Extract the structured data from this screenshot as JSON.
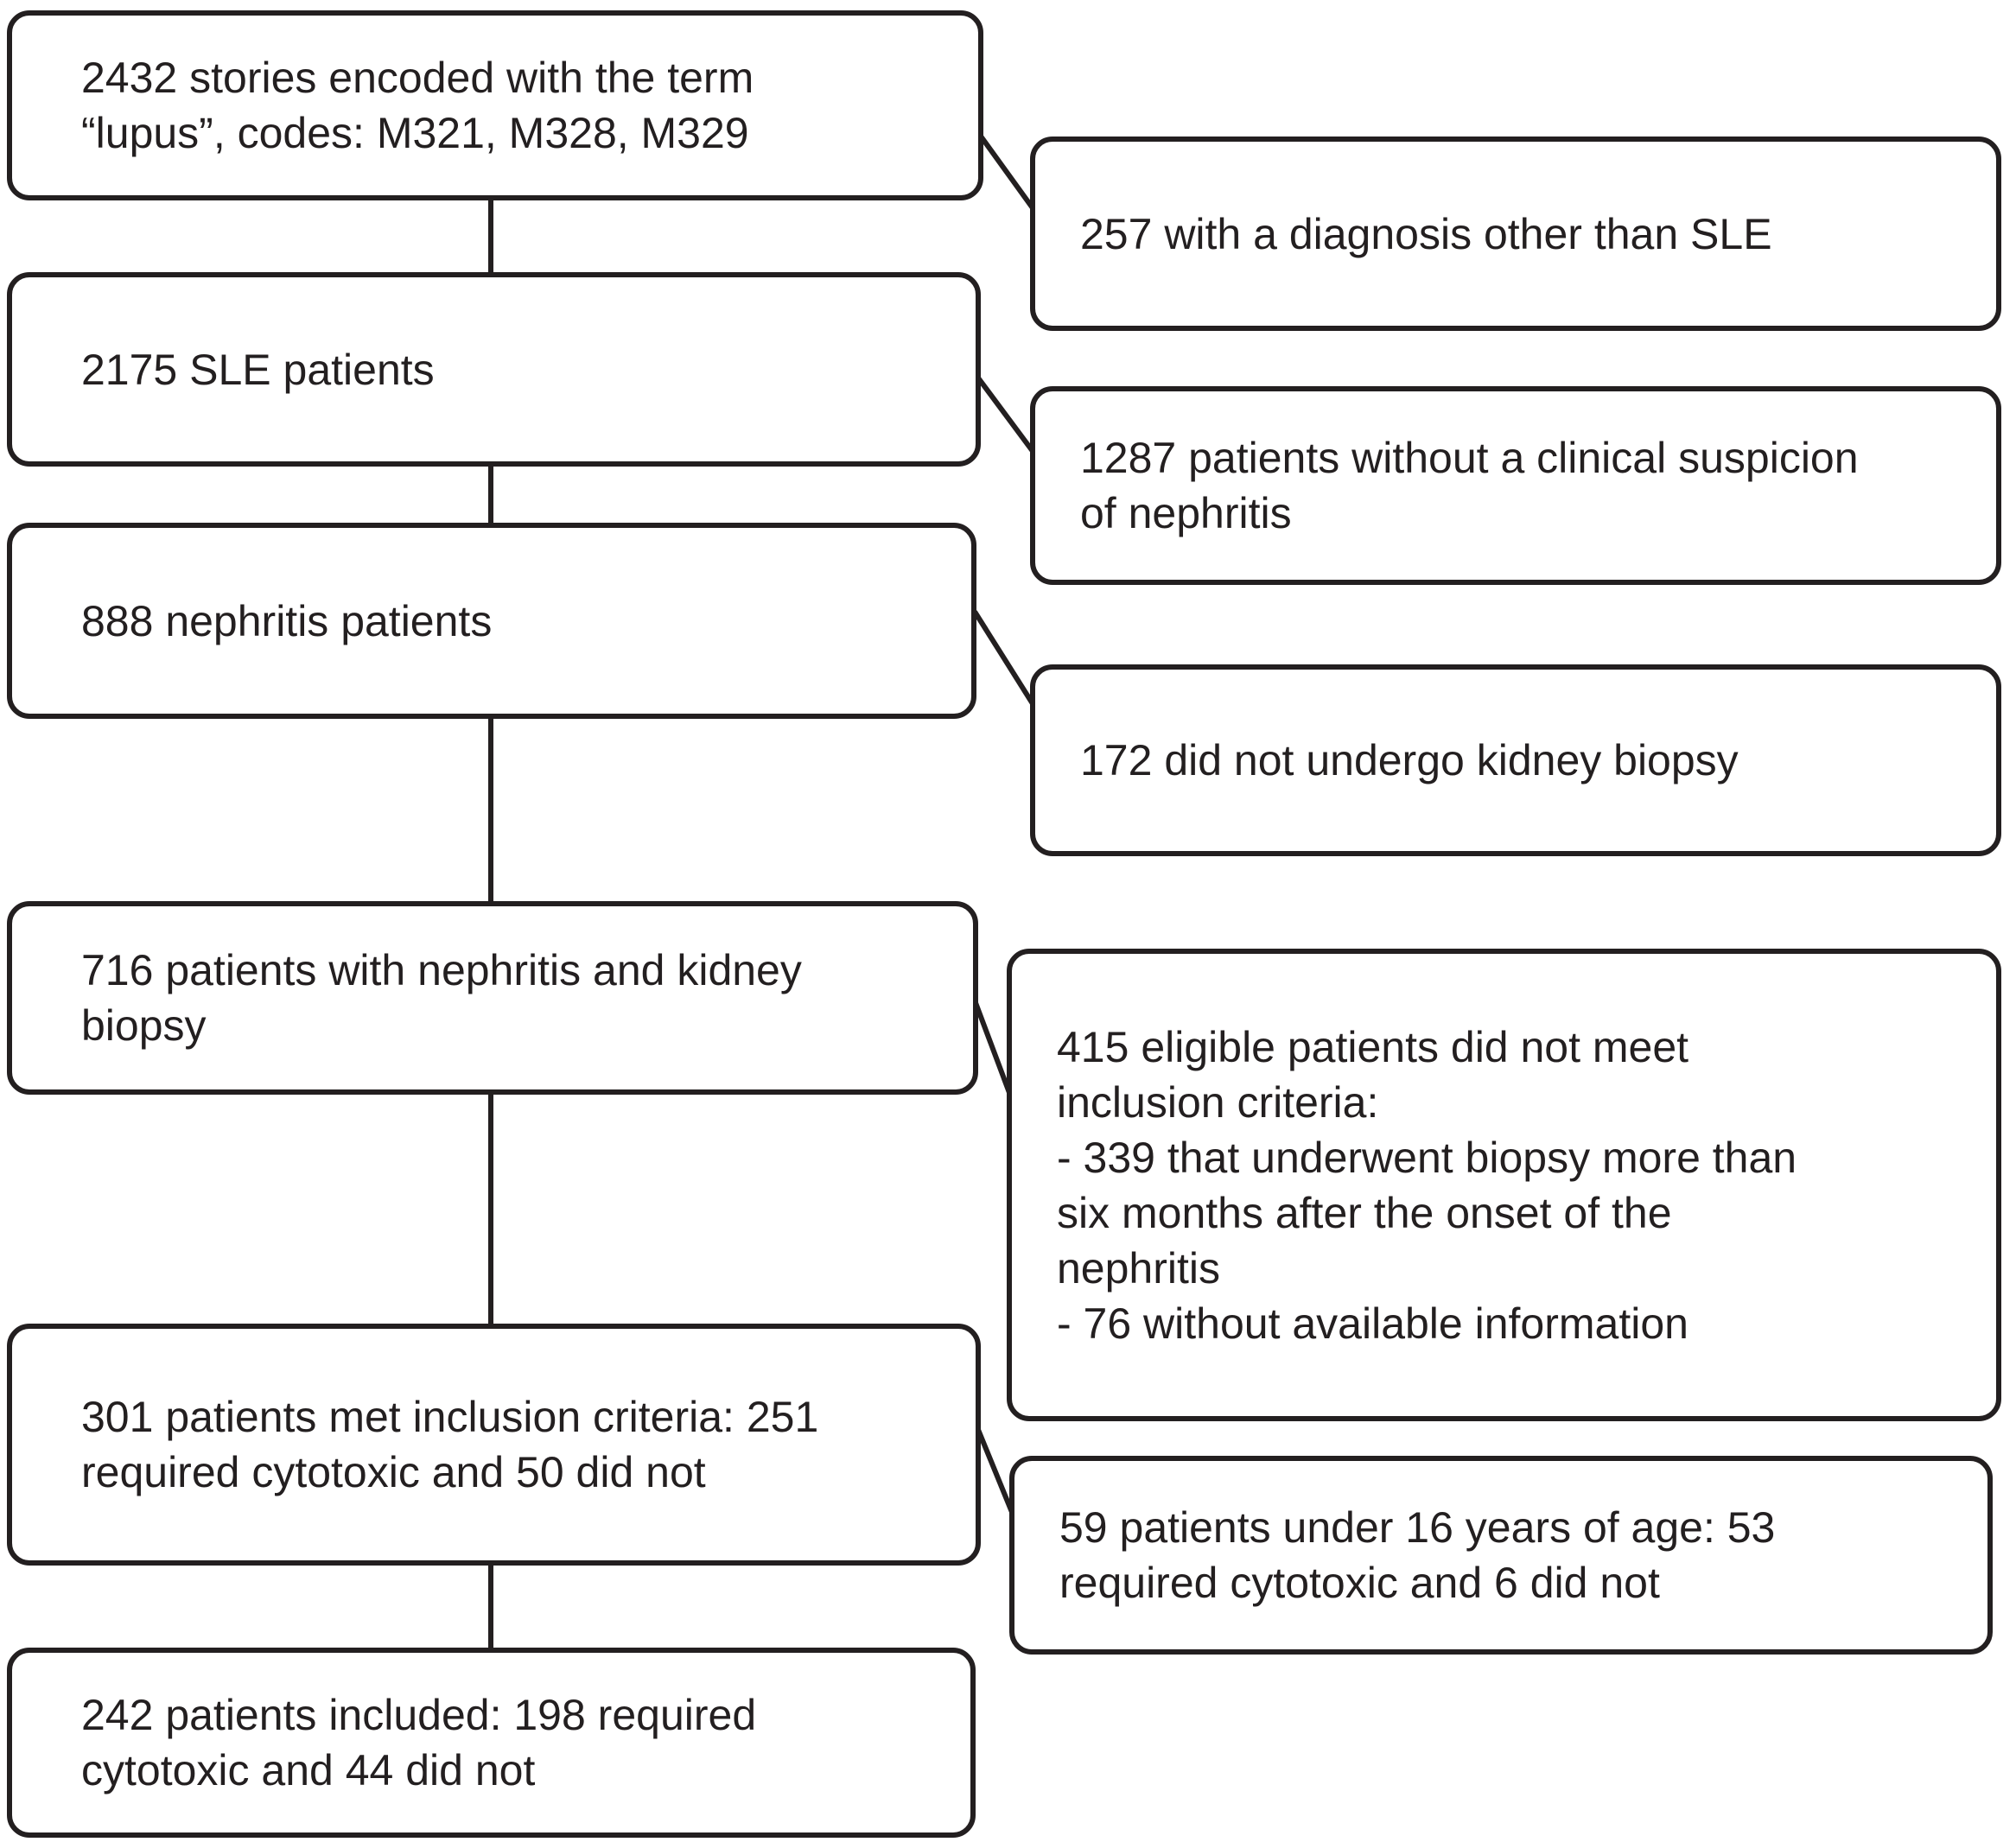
{
  "figure": {
    "type": "flowchart",
    "background_color": "#ffffff",
    "line_color": "#231f20",
    "text_color": "#231f20"
  },
  "flow": {
    "main_boxes": [
      {
        "lines": [
          "2432 stories encoded with the term",
          "“lupus”, codes: M321, M328, M329"
        ]
      },
      {
        "lines": [
          "2175 SLE patients"
        ]
      },
      {
        "lines": [
          "888 nephritis patients"
        ]
      },
      {
        "lines": [
          "716 patients with nephritis and kidney",
          "biopsy"
        ]
      },
      {
        "lines": [
          "301 patients met inclusion criteria: 251",
          "required cytotoxic and 50 did not"
        ]
      },
      {
        "lines": [
          "242 patients included: 198 required",
          "cytotoxic and 44 did not"
        ]
      }
    ],
    "exclusion_boxes": [
      {
        "lines": [
          "257 with a diagnosis other than SLE"
        ]
      },
      {
        "lines": [
          "1287 patients without a clinical suspicion",
          "of nephritis"
        ]
      },
      {
        "lines": [
          "172 did not undergo kidney biopsy"
        ]
      },
      {
        "lines": [
          "415 eligible patients did not meet",
          "inclusion criteria:",
          "- 339 that underwent biopsy more than",
          "six months after the onset of the",
          "nephritis",
          "- 76 without available information"
        ]
      },
      {
        "lines": [
          "59 patients under 16 years of age: 53",
          "required cytotoxic and 6 did not"
        ]
      }
    ]
  }
}
